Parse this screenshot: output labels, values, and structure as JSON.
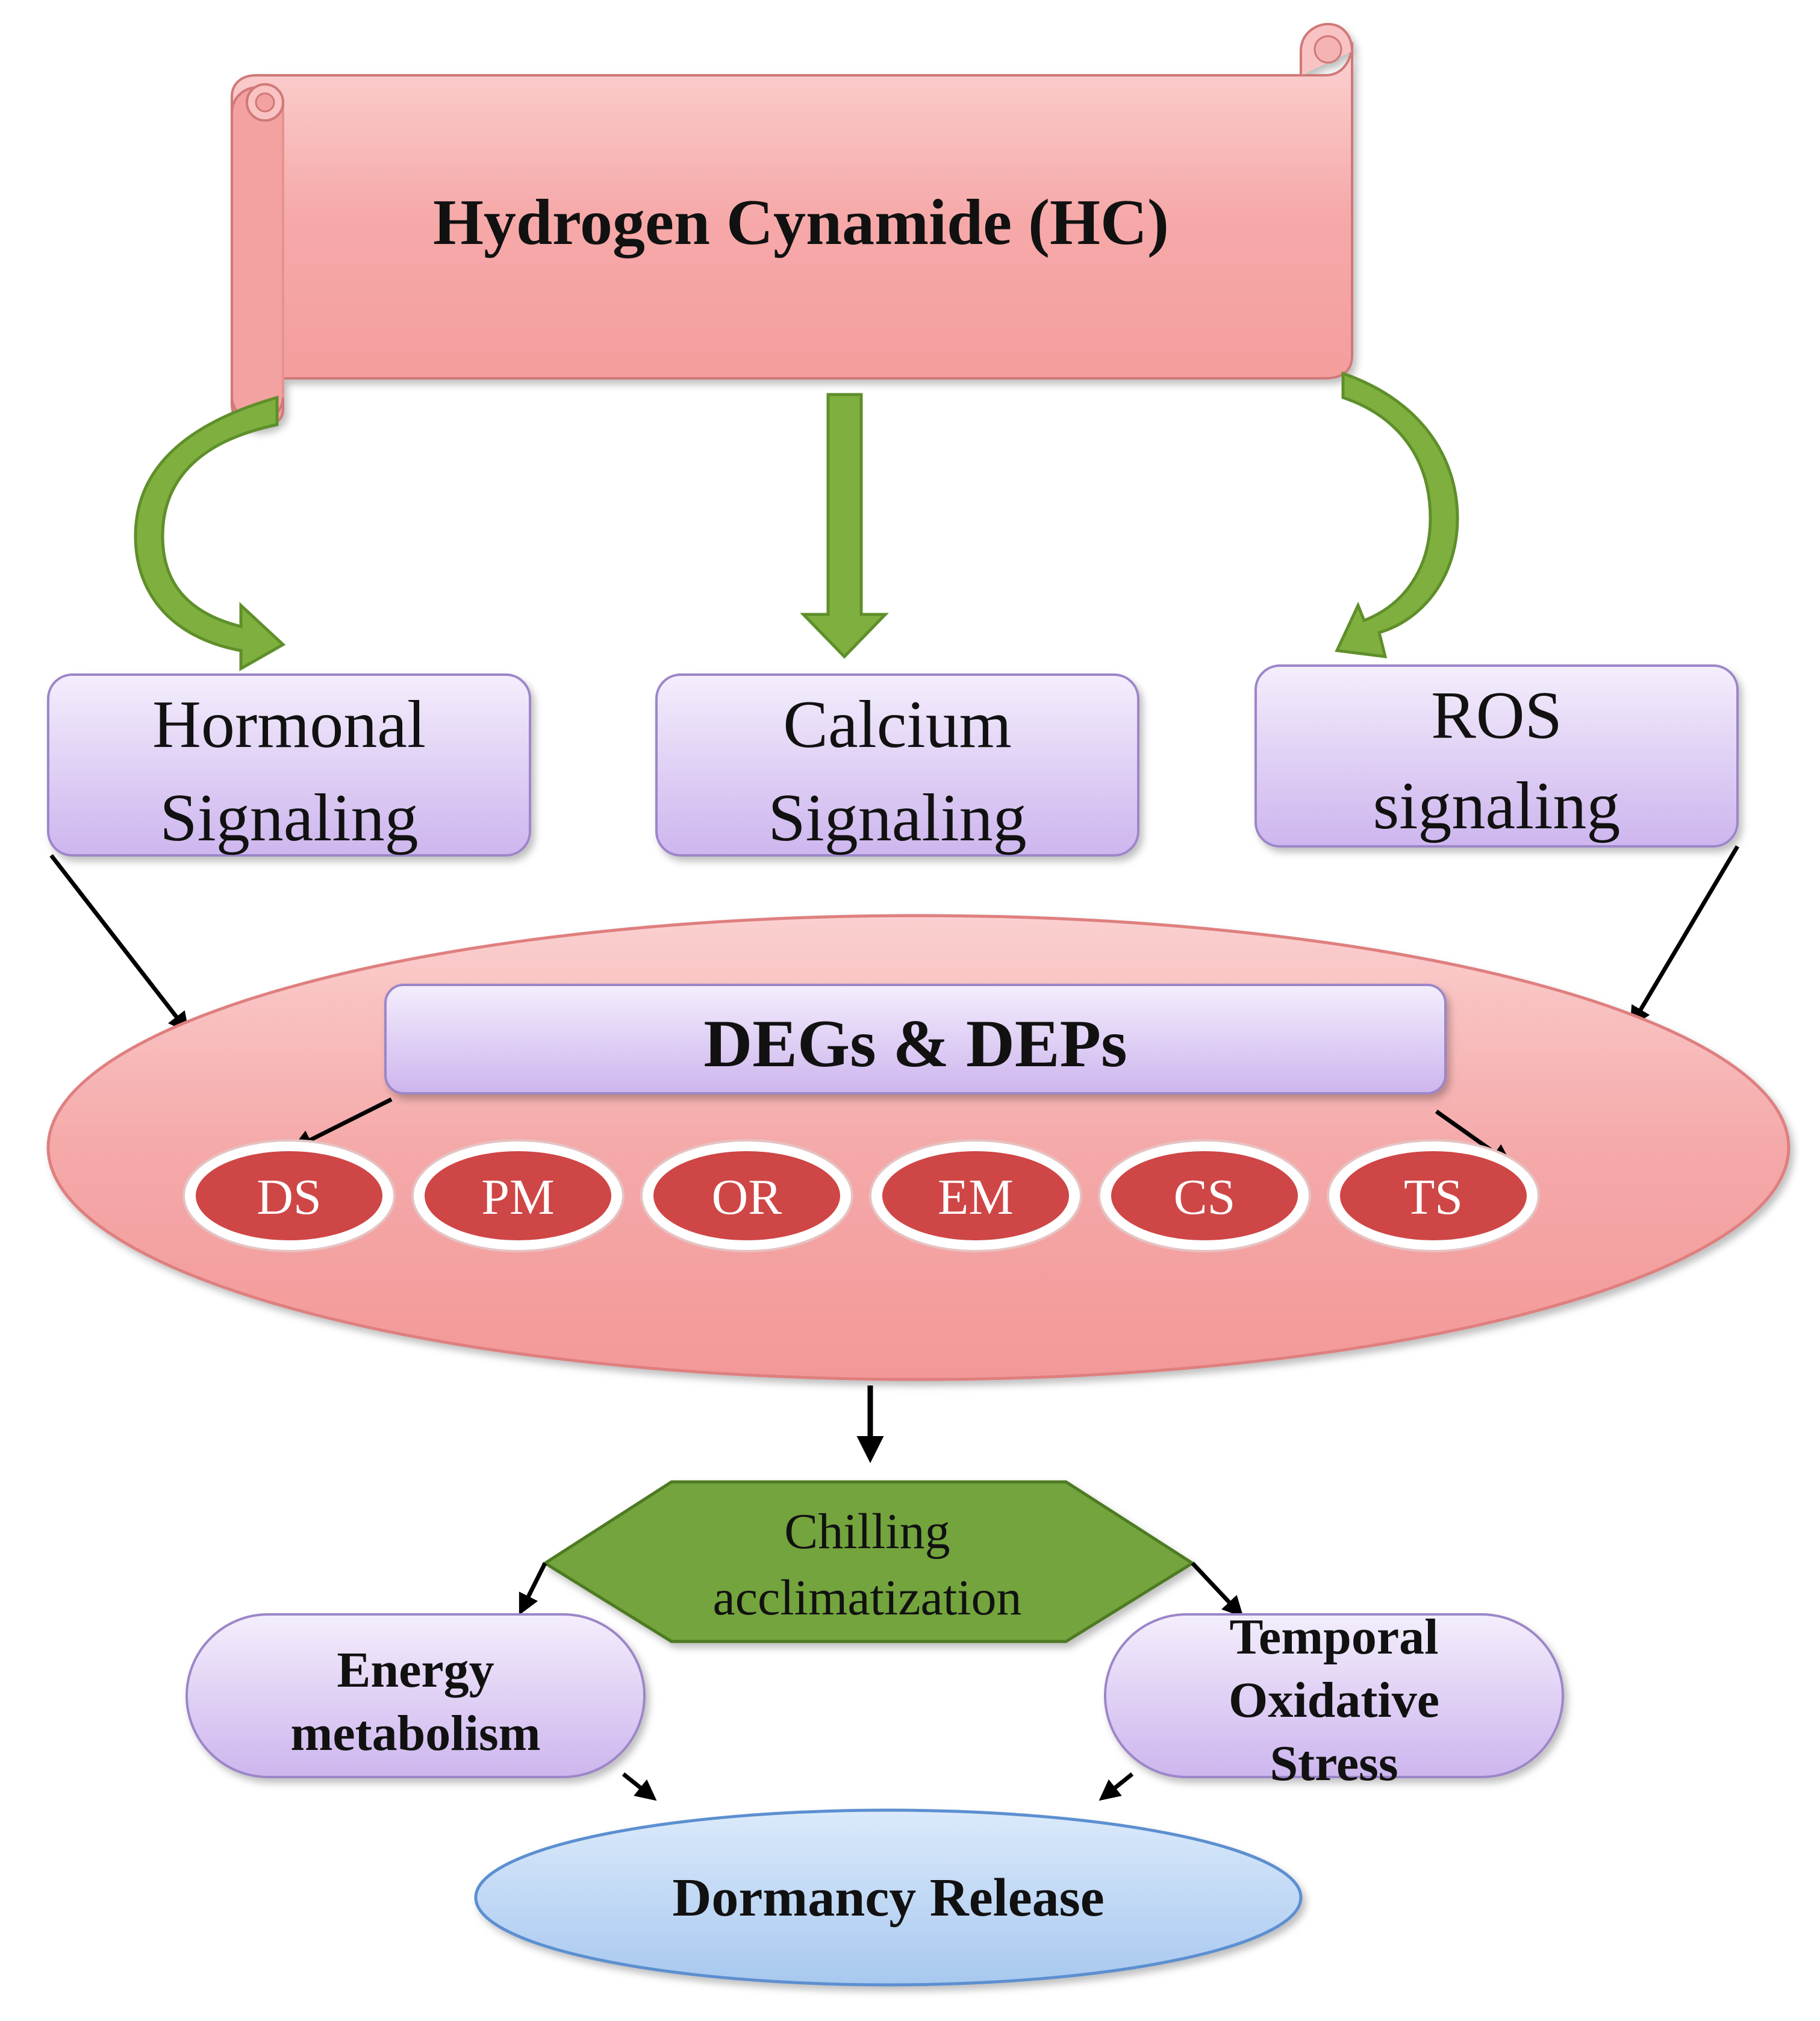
{
  "title": "Hydrogen Cynamide (HC)",
  "signals": {
    "hormonal": [
      "Hormonal",
      "Signaling"
    ],
    "calcium": [
      "Calcium",
      "Signaling"
    ],
    "ros": [
      "ROS",
      "signaling"
    ]
  },
  "degs_label": "DEGs & DEPs",
  "categories": [
    "DS",
    "PM",
    "OR",
    "EM",
    "CS",
    "TS"
  ],
  "chilling": [
    "Chilling",
    "acclimatization"
  ],
  "energy": [
    "Energy",
    "metabolism"
  ],
  "temporal": [
    "Temporal",
    "Oxidative",
    "Stress"
  ],
  "dormancy": "Dormancy Release",
  "colors": {
    "scroll_fill": "#f6a8a8",
    "box_fill": "#dccbf2",
    "green_arrow": "#7aab3a",
    "oval_red": "#cf4646",
    "big_ellipse": "#f4a3a3",
    "hexagon": "#6f9e3c",
    "dormancy_fill": "#bcd6f4"
  }
}
